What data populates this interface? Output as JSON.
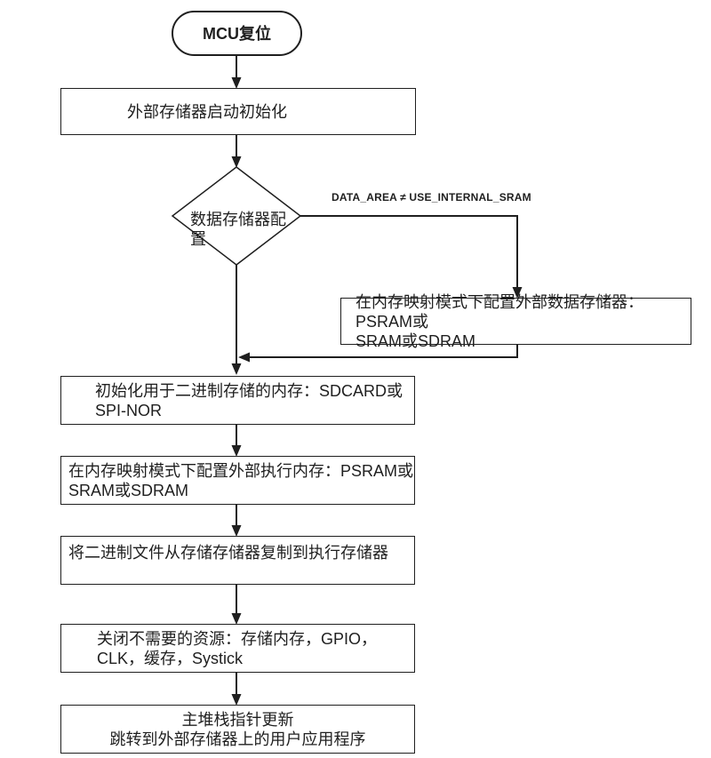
{
  "colors": {
    "line": "#1f1f1f",
    "background": "#ffffff",
    "text": "#1f1f1f"
  },
  "flowchart": {
    "start": "MCU复位",
    "branch_condition": "DATA_AREA ≠ USE_INTERNAL_SRAM",
    "nodes": {
      "init_boot": "外部存储器启动初始化",
      "decision": "数据存储器配\n置",
      "config_data_memory": "在内存映射模式下配置外部数据存储器：PSRAM或\nSRAM或SDRAM",
      "init_binary_storage": "初始化用于二进制存储的内存：SDCARD或\nSPI-NOR",
      "config_exec_memory": "在内存映射模式下配置外部执行内存：PSRAM或\nSRAM或SDRAM",
      "copy_binary": "将二进制文件从存储存储器复制到执行存储器",
      "close_resources": "关闭不需要的资源：存储内存，GPIO，\nCLK，缓存，Systick",
      "final_jump": "主堆栈指针更新\n跳转到外部存储器上的用户应用程序"
    }
  }
}
